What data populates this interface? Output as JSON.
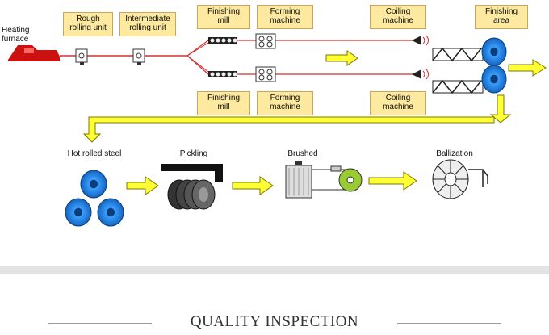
{
  "stages_top": {
    "heating_furnace": "Heating\nfurnace",
    "rough_rolling": "Rough\nrolling unit",
    "intermediate_rolling": "Intermediate\nrolling unit",
    "finishing_mill": "Finishing\nmill",
    "forming_machine": "Forming\nmachine",
    "coiling_machine": "Coiling\nmachine",
    "finishing_area": "Finishing\narea"
  },
  "stages_lower": {
    "finishing_mill": "Finishing\nmill",
    "forming_machine": "Forming\nmachine",
    "coiling_machine": "Coiling\nmachine"
  },
  "process_row": {
    "hot_rolled": "Hot rolled steel",
    "pickling": "Pickling",
    "brushed": "Brushed",
    "ballization": "Ballization"
  },
  "section": {
    "title": "QUALITY INSPECTION"
  },
  "colors": {
    "arrow_fill": "#ffff33",
    "arrow_stroke": "#7a7a00",
    "box_fill": "#fde9a0",
    "coil_blue": "#1e78d2",
    "line_red": "#d23232",
    "furnace_red": "#cc1111"
  }
}
